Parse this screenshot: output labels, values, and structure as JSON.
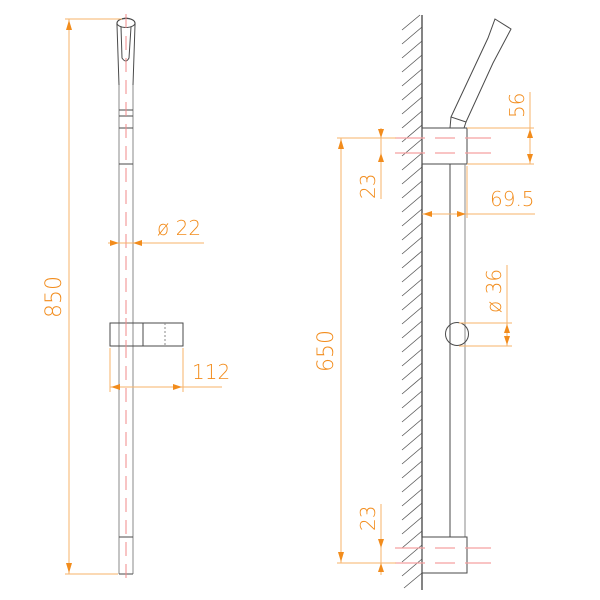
{
  "drawing": {
    "title": "Shower rail technical drawing",
    "colors": {
      "dimension": "#f28c1c",
      "dimension_line": "#f7b36a",
      "centerline": "#f08a8a",
      "outline": "#4a4a4a"
    },
    "front_view": {
      "total_height_label": "850",
      "rail_diameter_label": "ø 22",
      "slider_width_label": "112"
    },
    "side_view": {
      "bracket_spacing_label": "650",
      "top_bracket_offset_label": "23",
      "bottom_bracket_offset_label": "23",
      "bracket_height_label": "56",
      "wall_projection_label": "69.5",
      "knob_diameter_label": "ø 36"
    }
  }
}
